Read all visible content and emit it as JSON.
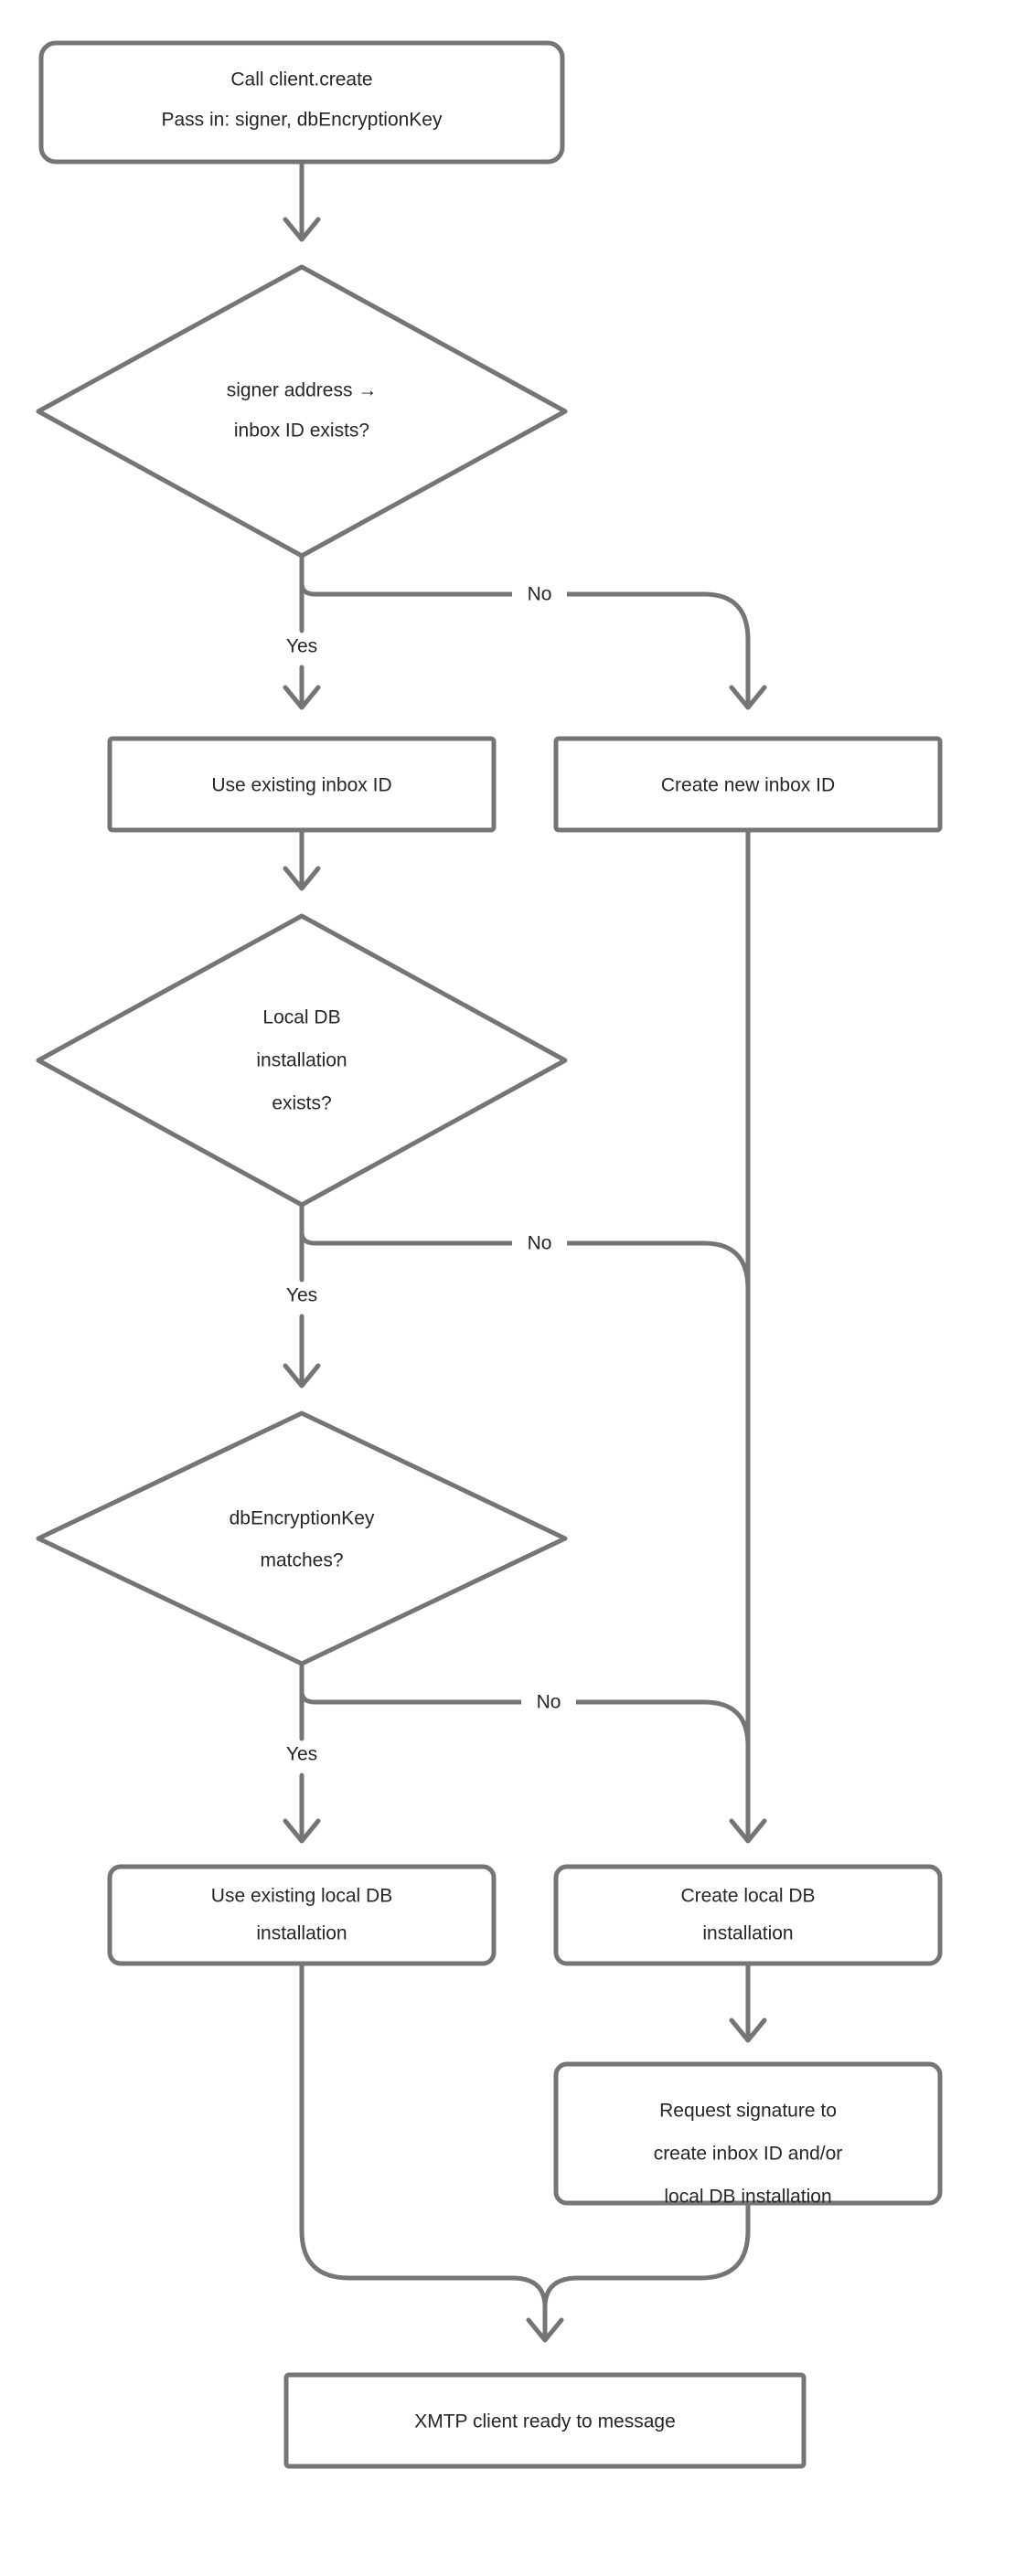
{
  "diagram": {
    "title": "XMTP client.create flow",
    "orientation": "top-to-bottom",
    "colors": {
      "stroke": "#757575",
      "fill": "#ffffff",
      "text": "#262626",
      "background": "#ffffff"
    }
  },
  "nodes": {
    "start": {
      "shape": "rounded-rect",
      "lines": [
        "Call client.create",
        "Pass in: signer, dbEncryptionKey"
      ]
    },
    "decision_inbox": {
      "shape": "diamond",
      "lines": [
        "signer address →",
        "inbox ID exists?"
      ]
    },
    "use_existing_inbox": {
      "shape": "rect",
      "lines": [
        "Use existing inbox ID"
      ]
    },
    "create_new_inbox": {
      "shape": "rect",
      "lines": [
        "Create new inbox ID"
      ]
    },
    "decision_localdb": {
      "shape": "diamond",
      "lines": [
        "Local DB",
        "installation",
        "exists?"
      ]
    },
    "decision_dbkey": {
      "shape": "diamond",
      "lines": [
        "dbEncryptionKey",
        "matches?"
      ]
    },
    "use_existing_localdb": {
      "shape": "rounded-rect",
      "lines": [
        "Use existing local DB",
        "installation"
      ]
    },
    "create_localdb": {
      "shape": "rounded-rect",
      "lines": [
        "Create local DB",
        "installation"
      ]
    },
    "request_signature": {
      "shape": "rounded-rect",
      "lines": [
        "Request signature to",
        "create inbox ID and/or",
        "local DB installation"
      ]
    },
    "end_ready": {
      "shape": "rect",
      "lines": [
        "XMTP client ready to message"
      ]
    }
  },
  "edge_labels": {
    "inbox_yes": "Yes",
    "inbox_no": "No",
    "localdb_yes": "Yes",
    "localdb_no": "No",
    "dbkey_yes": "Yes",
    "dbkey_no": "No"
  }
}
